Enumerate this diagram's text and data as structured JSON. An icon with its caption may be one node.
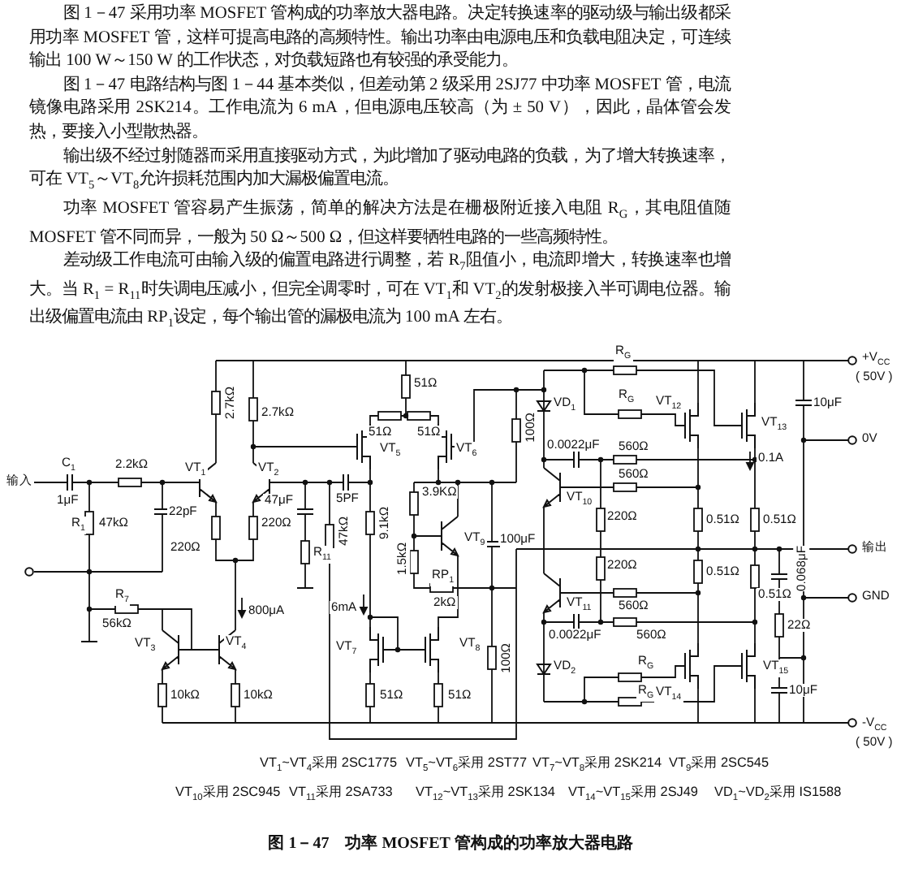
{
  "diagram": {
    "caption": "图 1－47　功率 MOSFET 管构成的功率放大器电路",
    "labels": [
      "图 1－47 采用功率 MOSFET 管构成的功率放大器电路。决定转换速率的驱动级与输出级都采用功率 MOSFET 管，这样可提高电路的高频特性。输出功率由电源电压和负载电阻决定，可连续输出 100 W～150 W 的工作状态，对负载短路也有较强的承受能力。",
      "图 1－47 电路结构与图 1－44 基本类似，但差动第 2 级采用 2SJ77 中功率 MOSFET 管，电流镜像电路采用 2SK214。工作电流为 6 mA，但电源电压较高（为 ± 50 V），因此，晶体管会发热，要接入小型散热器。",
      "输出级不经过射随器而采用直接驱动方式，为此增加了驱动电路的负载，为了增大转换速率，可在 VT$_{5}$～VT$_{8}$允许损耗范围内加大漏极偏置电流。",
      "功率 MOSFET 管容易产生振荡，简单的解决方法是在栅极附近接入电阻 R$_{G}$，其电阻值随 MOSFET 管不同而异，一般为 50 Ω～500 Ω，但这样要牺牲电路的一些高频特性。",
      "差动级工作电流可由输入级的偏置电路进行调整，若 R$_{7}$阻值小，电流即增大，转换速率也增大。当 R$_{1}$ = R$_{11}$时失调电压减小，但完全调零时，可在 VT$_{1}$和 VT$_{2}$的发射极接入半可调电位器。输出级偏置电流由 RP$_{1}$设定，每个输出管的漏极电流为 100 mA 左右。",
      "输入",
      "C$_{1}$",
      "1μF",
      "2.2kΩ",
      "R$_{1}$",
      "47kΩ",
      "22pF",
      "2.7kΩ",
      "2.7kΩ",
      "VT$_{1}$",
      "VT$_{2}$",
      "47μF",
      "220Ω",
      "R$_{11}$",
      "5PF",
      "47kΩ",
      "220Ω",
      "R$_{7}$",
      "56kΩ",
      "800μA",
      "VT$_{3}$",
      "VT$_{4}$",
      "10kΩ",
      "10kΩ",
      "51Ω",
      "51Ω",
      "51Ω",
      "VT$_{5}$",
      "VT$_{6}$",
      "100Ω",
      "3.9KΩ",
      "9.1kΩ",
      "1.5kΩ",
      "VT$_{9}$",
      "100μF",
      "RP$_{1}$",
      "2kΩ",
      "6mA",
      "VT$_{7}$",
      "VT$_{8}$",
      "100Ω",
      "51Ω",
      "51Ω",
      "+V$_{CC}$",
      "( 50V )",
      "R$_{G}$",
      "R$_{G}$",
      "VD$_{1}$",
      "VT$_{12}$",
      "VT$_{13}$",
      "10μF",
      "0V",
      "0.0022μF",
      "560Ω",
      "0.1A",
      "VT$_{10}$",
      "560Ω",
      "220Ω",
      "0.51Ω",
      "0.51Ω",
      "输出",
      "220Ω",
      "0.51Ω",
      "560Ω",
      "VT$_{11}$",
      "0.51Ω",
      "0.068μF",
      "GND",
      "560Ω",
      "22Ω",
      "0.0022μF",
      "VD$_{2}$",
      "R$_{G}$",
      "VT$_{14}$",
      "VT$_{15}$",
      "R$_{G}$",
      "10μF",
      "-V$_{CC}$",
      "( 50V )",
      "VT$_{1}$~VT$_{4}$采用 2SC1775",
      "VT$_{5}$~VT$_{6}$采用 2ST77",
      "VT$_{7}$~VT$_{8}$采用 2SK214",
      "VT$_{9}$采用 2SC545",
      "VT$_{10}$采用 2SC945",
      "VT$_{11}$采用 2SA733",
      "VT$_{12}$~VT$_{13}$采用 2SK134",
      "VT$_{14}$~VT$_{15}$采用 2SJ49",
      "VD$_{1}$~VD$_{2}$采用 IS1588"
    ]
  }
}
